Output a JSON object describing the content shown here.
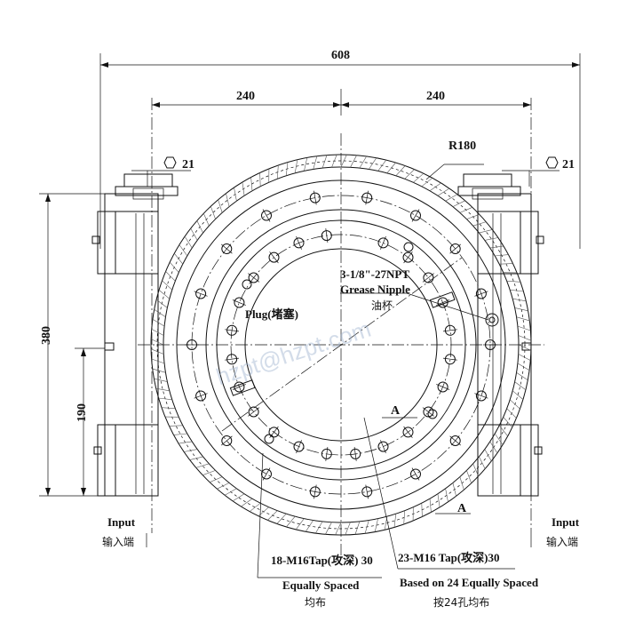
{
  "dimensions": {
    "overall_width": "608",
    "half_left": "240",
    "half_right": "240",
    "height_total": "380",
    "height_half": "190",
    "outer_radius": "R180",
    "hex_left": "21",
    "hex_right": "21"
  },
  "callouts": {
    "grease_nipple_spec": "3-1/8\"-27NPT",
    "grease_nipple_en": "Grease Nipple",
    "grease_nipple_cn": "油杯",
    "plug": "Plug(堵塞)",
    "section_mark_1": "A",
    "section_mark_2": "A",
    "outer_tap_spec": "18-M16Tap(攻深) 30",
    "outer_tap_note_en": "Equally Spaced",
    "outer_tap_note_cn": "均布",
    "inner_tap_spec": "23-M16 Tap(攻深)30",
    "inner_tap_note_en": "Based on 24 Equally Spaced",
    "inner_tap_note_cn": "按24孔均布",
    "input_left_en": "Input",
    "input_left_cn": "输入端",
    "input_right_en": "Input",
    "input_right_cn": "输入端"
  },
  "watermark": "hzpt@hzpt.com",
  "icons": {
    "hex": "hexagon-nut-icon"
  }
}
